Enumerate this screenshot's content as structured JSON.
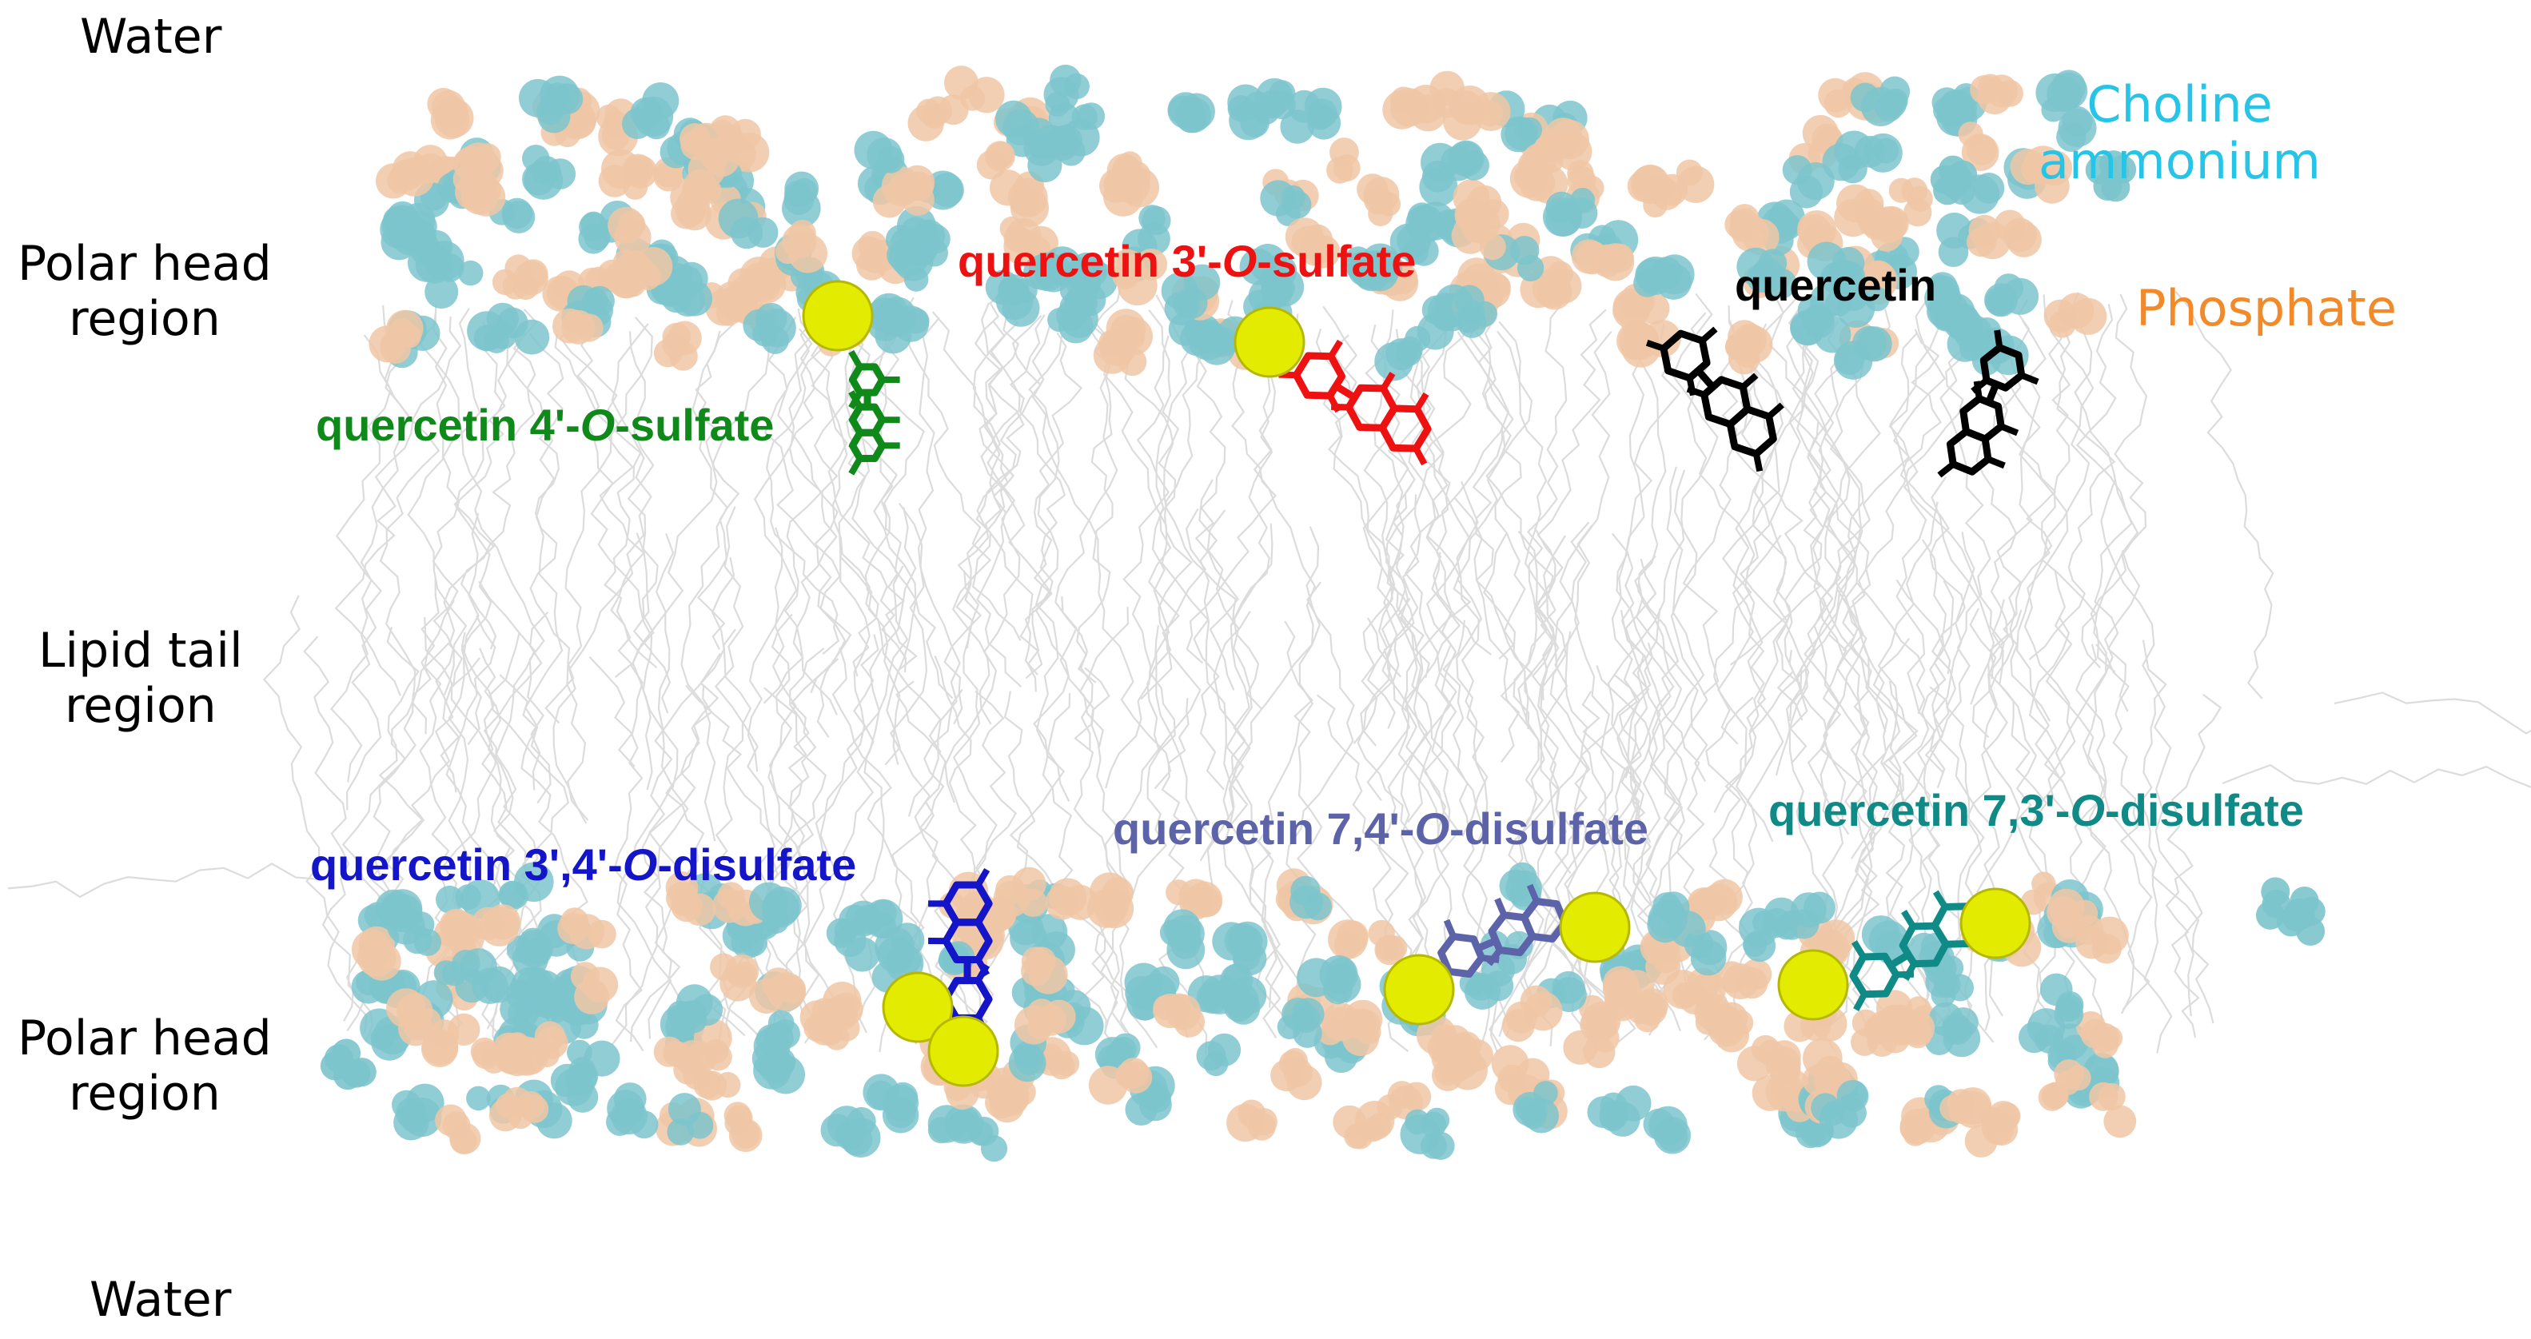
{
  "regions": {
    "water_top": "Water",
    "polar_top": [
      "Polar head",
      "region"
    ],
    "lipid_tail": [
      "Lipid tail",
      "region"
    ],
    "polar_bottom": [
      "Polar head",
      "region"
    ],
    "water_bottom": "Water"
  },
  "legend": {
    "choline": [
      "Choline",
      "ammonium"
    ],
    "phosphate": "Phosphate",
    "colors": {
      "choline": "#26c4e6",
      "phosphate": "#f28a2a",
      "choline_beads": "#7cc4cc",
      "phosphate_beads": "#f0c7a6",
      "lipid_tails": "#dcdcdc",
      "sulfur": "#e3ec00"
    }
  },
  "molecules": [
    {
      "id": "q4s",
      "pre": "quercetin 4'-",
      "it": "O",
      "post": "-sulfate",
      "color": "#0f8a1a",
      "leaflet": "upper",
      "sulfates": 1
    },
    {
      "id": "q3s",
      "pre": "quercetin 3'-",
      "it": "O",
      "post": "-sulfate",
      "color": "#ee1111",
      "leaflet": "upper",
      "sulfates": 1
    },
    {
      "id": "q",
      "pre": "quercetin",
      "it": "",
      "post": "",
      "color": "#000000",
      "leaflet": "upper",
      "sulfates": 0
    },
    {
      "id": "q34ds",
      "pre": "quercetin 3',4'-",
      "it": "O",
      "post": "-disulfate",
      "color": "#1414c8",
      "leaflet": "lower",
      "sulfates": 2
    },
    {
      "id": "q74ds",
      "pre": "quercetin 7,4'-",
      "it": "O",
      "post": "-disulfate",
      "color": "#5c63a8",
      "leaflet": "lower",
      "sulfates": 2
    },
    {
      "id": "q73ds",
      "pre": "quercetin 7,3'-",
      "it": "O",
      "post": "-disulfate",
      "color": "#0f8a86",
      "leaflet": "lower",
      "sulfates": 2
    }
  ]
}
